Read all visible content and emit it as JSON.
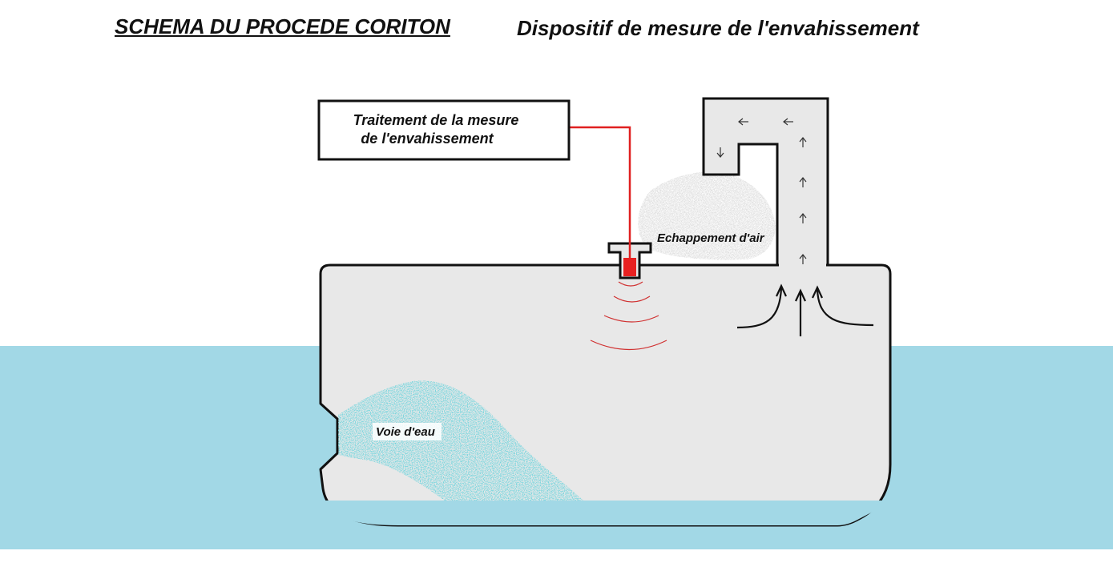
{
  "titles": {
    "main": "SCHEMA DU PROCEDE CORITON",
    "subtitle": "Dispositif de mesure de l'envahissement"
  },
  "labels": {
    "processing_line1": "Traitement de la mesure",
    "processing_line2": "de l'envahissement",
    "air_exhaust": "Echappement d'air",
    "water_leak": "Voie d'eau"
  },
  "colors": {
    "sea": "#a2d8e6",
    "hull_fill": "#e8e8e8",
    "outline": "#111111",
    "signal_line": "#e02020",
    "sensor": "#e82020",
    "water_spray": "#2aa8b8",
    "air_spray": "#b8b8b8"
  }
}
